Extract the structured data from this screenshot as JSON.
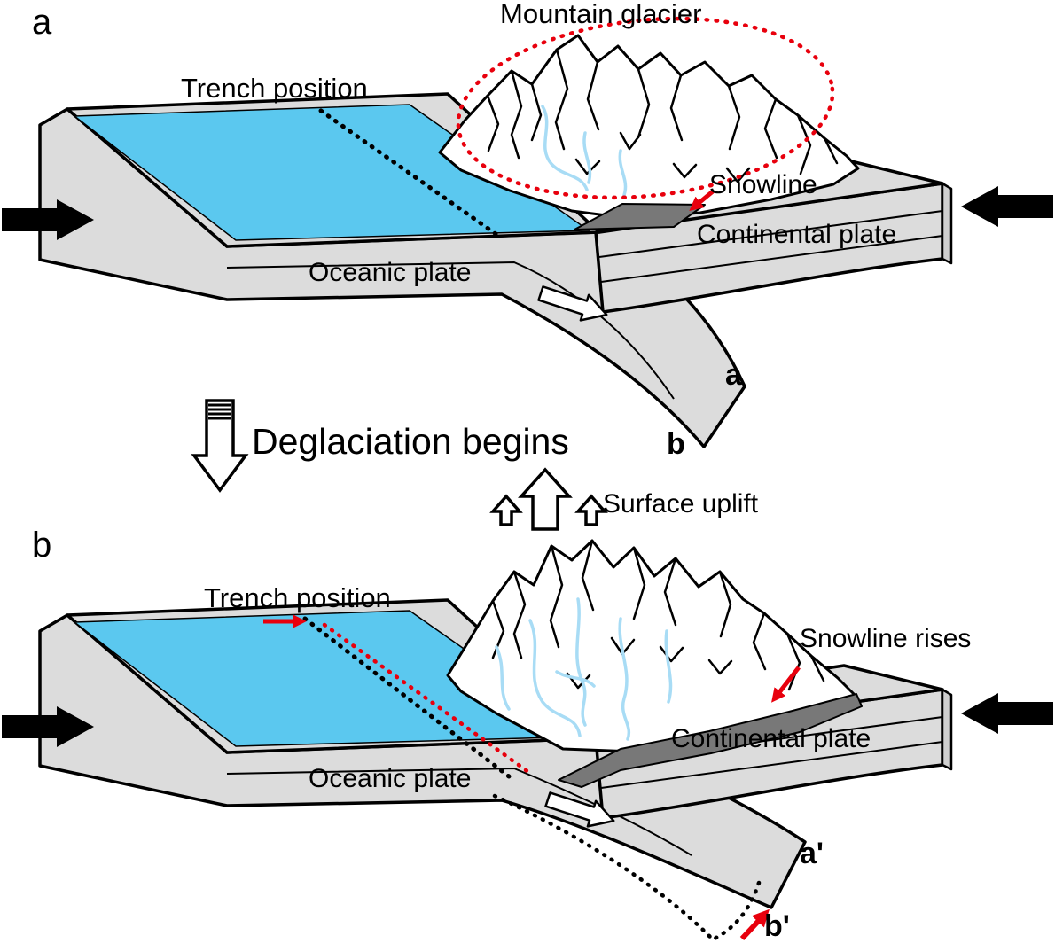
{
  "colors": {
    "ocean_water": "#5bc8ef",
    "plate_gray": "#dcdcdc",
    "snowline_gray": "#787878",
    "river_blue": "#a8dcf5",
    "highlight_red": "#e8000d",
    "outline_black": "#000000",
    "mountain_white": "#ffffff"
  },
  "panel_a": {
    "panel_label": "a",
    "mountain_glacier_label": "Mountain glacier",
    "trench_label": "Trench position",
    "snowline_label": "Snowline",
    "continental_label": "Continental plate",
    "oceanic_label": "Oceanic plate",
    "slab_top_label": "a",
    "slab_tip_label": "b"
  },
  "transition": {
    "deglaciation_label": "Deglaciation begins",
    "uplift_label": "Surface uplift"
  },
  "panel_b": {
    "panel_label": "b",
    "trench_label": "Trench position",
    "snowline_label": "Snowline rises",
    "continental_label": "Continental plate",
    "oceanic_label": "Oceanic plate",
    "slab_top_label": "a'",
    "slab_tip_label": "b'"
  }
}
